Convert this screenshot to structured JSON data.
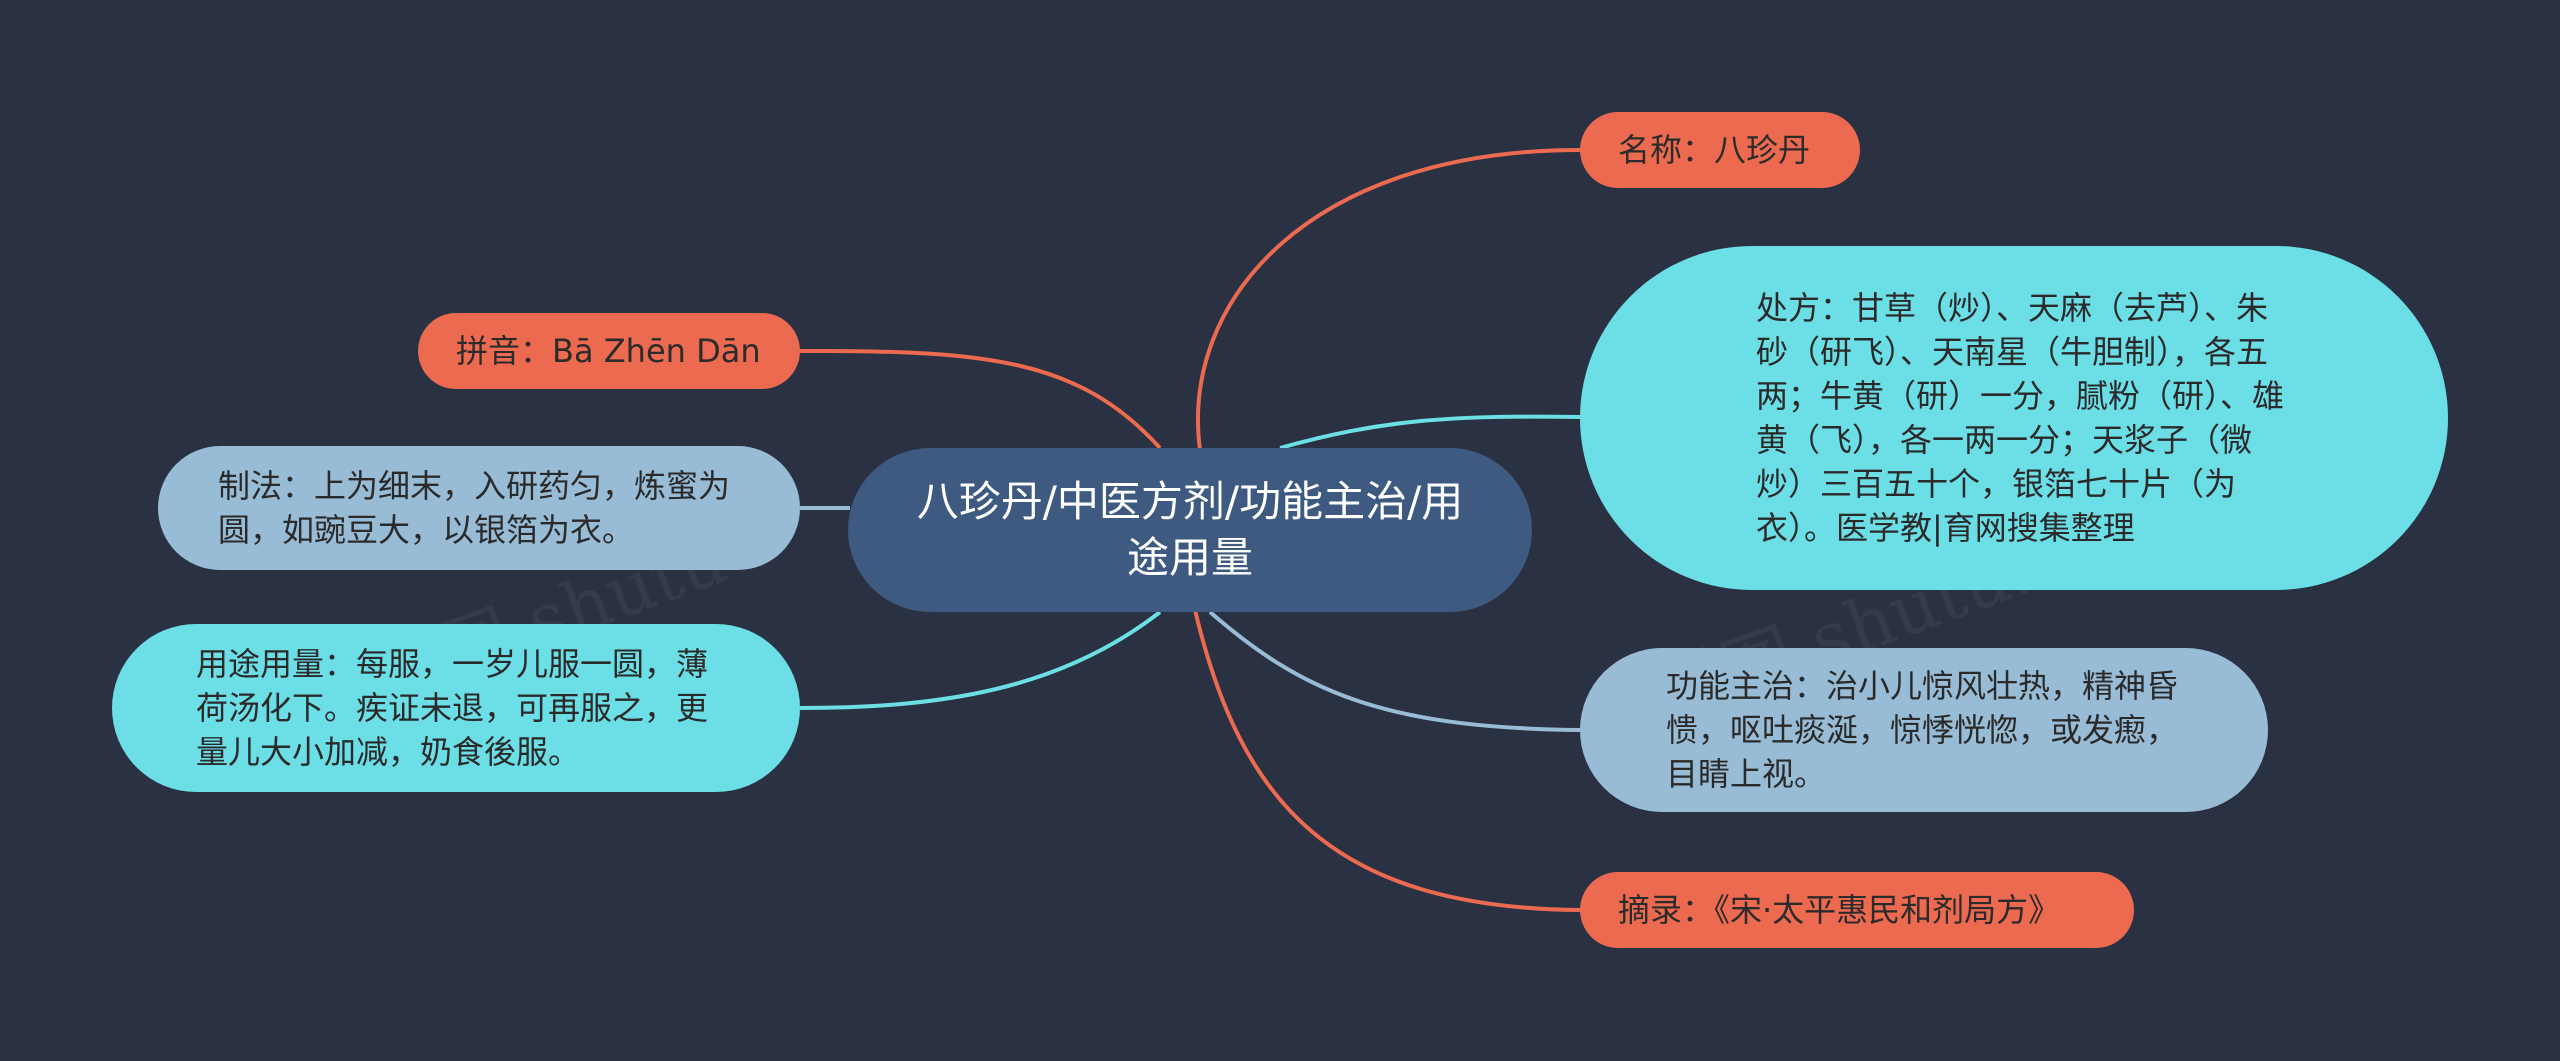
{
  "colors": {
    "background": "#2a3142",
    "center": "#3e5a80",
    "orange": "#ec6a4f",
    "cyan": "#6cdee6",
    "blue": "#99bcd6"
  },
  "center": {
    "label": "八珍丹/中医方剂/功能主治/用途用量"
  },
  "branches": {
    "name": "名称：八珍丹",
    "pinyin": "拼音：Bā Zhēn Dān",
    "prescription": "处方：甘草（炒）、天麻（去芦）、朱砂（研飞）、天南星（牛胆制），各五两；牛黄（研）一分，腻粉（研）、雄黄（飞），各一两一分；天浆子（微炒）三百五十个，银箔七十片（为衣）。医学教|育网搜集整理",
    "preparation": "制法：上为细末，入研药匀，炼蜜为圆，如豌豆大，以银箔为衣。",
    "usage": "用途用量：每服，一岁儿服一圆，薄荷汤化下。疾证未退，可再服之，更量儿大小加减，奶食後服。",
    "indications": "功能主治：治小儿惊风壮热，精神昏愦，呕吐痰涎，惊悸恍惚，或发瘛，目睛上视。",
    "source": "摘录：《宋·太平惠民和剂局方》"
  }
}
